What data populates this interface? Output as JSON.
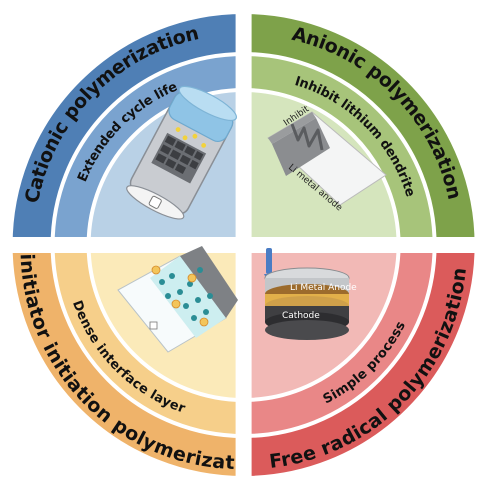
{
  "quadrants": {
    "top_left": {
      "outer_label": "Cationic polymerization",
      "inner_label": "Extended cycle life",
      "outer_color": "#4f7fb5",
      "ring_color": "#7aa3cf",
      "inner_color": "#b9d1e6"
    },
    "top_right": {
      "outer_label": "Anionic polymerization",
      "inner_label": "Inhibit lithium dendrite",
      "outer_color": "#7ea24a",
      "ring_color": "#a7c47a",
      "inner_color": "#d5e5bd",
      "image_labels": {
        "inhibit": "Inhibit",
        "anode": "Li metal anode"
      }
    },
    "bottom_left": {
      "outer_label": "No initiator initiation polymerization",
      "inner_label": "Dense interface layer",
      "outer_color": "#efb36a",
      "ring_color": "#f6cf8a",
      "inner_color": "#fbeab9"
    },
    "bottom_right": {
      "outer_label": "Free radical polymerization",
      "inner_label": "Simple process",
      "outer_color": "#db5b5b",
      "ring_color": "#e98787",
      "inner_color": "#f2b9b6",
      "image_labels": {
        "anode": "Li Metal Anode",
        "cathode": "Cathode"
      }
    }
  }
}
